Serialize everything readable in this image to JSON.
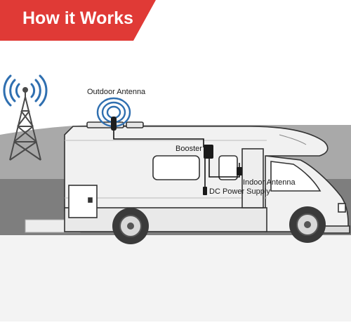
{
  "header": {
    "title": "How it Works"
  },
  "labels": {
    "outdoor_antenna": "Outdoor Antenna",
    "booster": "Booster",
    "indoor_antenna": "Indoor Antenna",
    "dc_power_supply": "DC Power Supply"
  },
  "icons": {
    "tower": "cell-tower-icon",
    "outdoor": "outdoor-antenna-icon",
    "booster": "booster-icon",
    "indoor": "indoor-antenna-icon",
    "power": "power-plug-icon"
  },
  "colors": {
    "banner_red": "#e03a36",
    "signal_blue": "#2f6fb0",
    "road_gray": "#7d7d7d",
    "hill_gray": "#a8a8a8",
    "rv_body": "#f2f2f2",
    "outline": "#333333"
  }
}
